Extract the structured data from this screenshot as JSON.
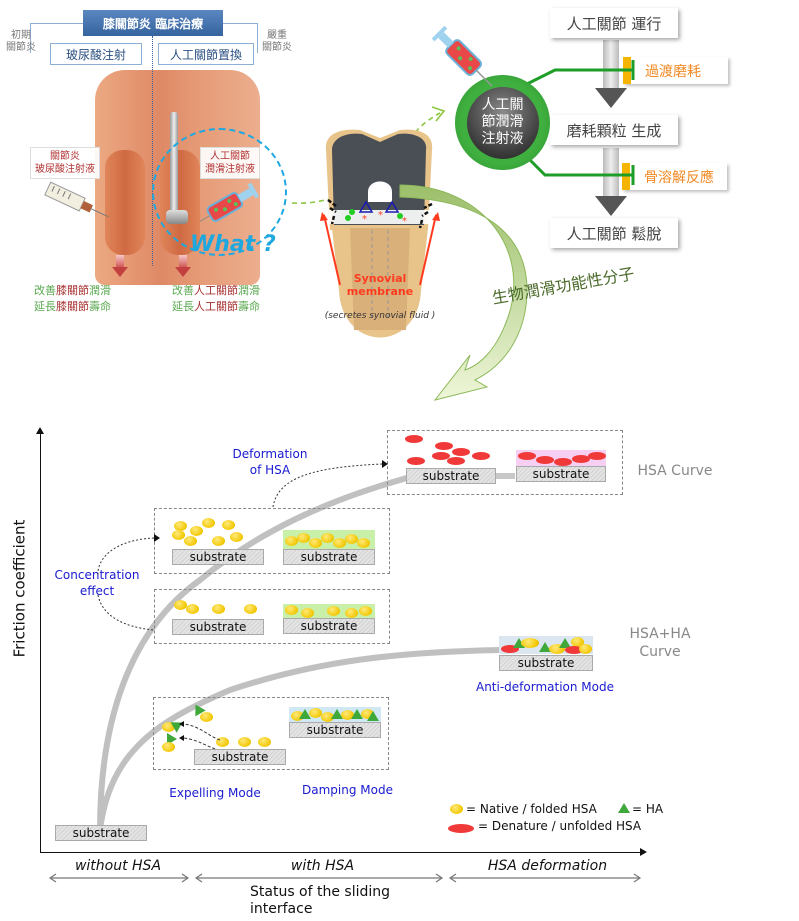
{
  "clinical": {
    "title": "膝關節炎 臨床治療",
    "early_label_1": "初期",
    "early_label_2": "關節炎",
    "severe_label_1": "嚴重",
    "severe_label_2": "關節炎",
    "option_left": "玻尿酸注射",
    "option_right": "人工關節置換",
    "callout_left_1": "關節炎",
    "callout_left_2": "玻尿酸注射液",
    "callout_right_1": "人工關節",
    "callout_right_2": "潤滑注射液",
    "what_label": "What ?",
    "result_left": [
      [
        {
          "t": "改善",
          "c": "green"
        },
        {
          "t": "膝關節",
          "c": "red"
        },
        {
          "t": "潤滑",
          "c": "green"
        }
      ],
      [
        {
          "t": "延長",
          "c": "green"
        },
        {
          "t": "膝關節",
          "c": "red"
        },
        {
          "t": "壽命",
          "c": "green"
        }
      ]
    ],
    "result_right": [
      [
        {
          "t": "改善",
          "c": "green"
        },
        {
          "t": "人工關節",
          "c": "red"
        },
        {
          "t": "潤滑",
          "c": "green"
        }
      ],
      [
        {
          "t": "延長",
          "c": "green"
        },
        {
          "t": "人工關節",
          "c": "red"
        },
        {
          "t": "壽命",
          "c": "green"
        }
      ]
    ]
  },
  "knee": {
    "label_line1": "Synovial",
    "label_line2": "membrane",
    "sublabel": "(secretes synovial fluid )"
  },
  "flow": {
    "center_circle": [
      "人工關",
      "節潤滑",
      "注射液"
    ],
    "step1": "人工關節 運行",
    "step2": "磨耗顆粒 生成",
    "step3": "人工關節 鬆脫",
    "inhibit1": "過渡磨耗",
    "inhibit2": "骨溶解反應"
  },
  "bio_label": "生物潤滑功能性分子",
  "chart": {
    "y_axis_label": "Friction coefficient",
    "x_axis_label_1": "Status of the sliding",
    "x_axis_label_2": "interface",
    "regions": [
      "without HSA",
      "with HSA",
      "HSA deformation"
    ],
    "substrate_label": "substrate",
    "deformation_label_1": "Deformation",
    "deformation_label_2": "of HSA",
    "concentration_label_1": "Concentration",
    "concentration_label_2": "effect",
    "hsa_curve_label": "HSA Curve",
    "hsa_ha_curve_label_1": "HSA+HA",
    "hsa_ha_curve_label_2": "Curve",
    "anti_deformation_label": "Anti-deformation Mode",
    "expelling_label": "Expelling Mode",
    "damping_label": "Damping Mode",
    "legend": {
      "native": "= Native / folded HSA",
      "ha": "= HA",
      "denature": "= Denature / unfolded HSA"
    },
    "colors": {
      "native": "#f2c700",
      "ha": "#3fa83a",
      "denature": "#f03a3a",
      "mode_label": "#1a1ad0"
    }
  }
}
